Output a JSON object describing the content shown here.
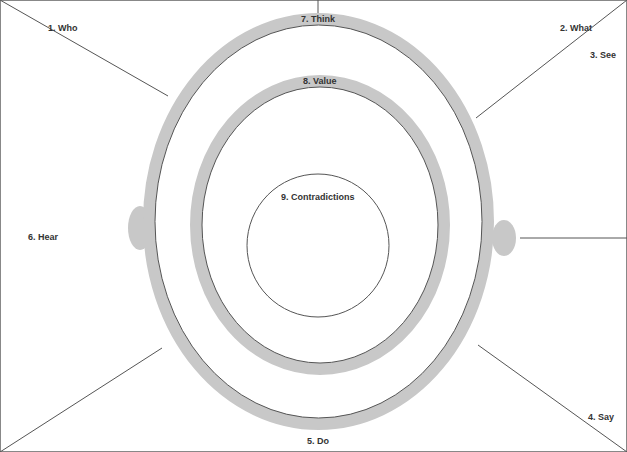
{
  "diagram": {
    "nodes": [
      {
        "text": [
          "7. Think"
        ]
      },
      {
        "text": [
          "8. Value"
        ],
        "in": 0
      },
      {
        "text": [
          "9. Contradictions"
        ],
        "in": 1
      }
    ],
    "labels": [
      "1. Who",
      "2. What",
      "3. See",
      "6. Hear",
      "4. Say",
      "5. Do"
    ]
  }
}
